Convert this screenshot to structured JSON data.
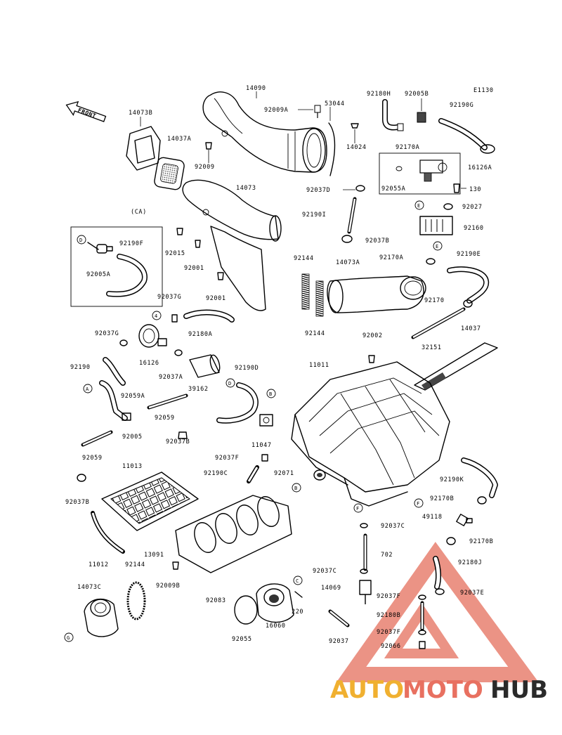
{
  "diagram_code": "E1130",
  "front_label": "FRONT",
  "group_label": "(CA)",
  "watermark": {
    "part1": "AUTO",
    "part2": "MOTO",
    "part3": "HUB",
    "color1": "#f0b030",
    "color2": "#e87060",
    "color3": "#2a2a2a"
  },
  "callouts": {
    "A": "A",
    "B": "B",
    "C": "C",
    "D": "D",
    "E": "E",
    "F": "F",
    "G": "G"
  },
  "parts": {
    "p14090": "14090",
    "p53044": "53044",
    "p92009a": "92009A",
    "p14024": "14024",
    "p92180h": "92180H",
    "p92005b": "92005B",
    "p92190g": "92190G",
    "p92170a_top": "92170A",
    "p16126a": "16126A",
    "p14073b": "14073B",
    "p14037a": "14037A",
    "p92009": "92009",
    "p92037d": "92037D",
    "p92055a": "92055A",
    "p130": "130",
    "p92027": "92027",
    "p14073": "14073",
    "p92190i": "92190I",
    "p92160": "92160",
    "p92037b_mid": "92037B",
    "p92015": "92015",
    "p92001_a": "92001",
    "p92190f": "92190F",
    "p92005a": "92005A",
    "p92144_top": "92144",
    "p14073a": "14073A",
    "p92170a_mid": "92170A",
    "p92190e": "92190E",
    "p92001_b": "92001",
    "p92037g_top": "92037G",
    "p92180a": "92180A",
    "p92170": "92170",
    "p14037": "14037",
    "p92144_mid": "92144",
    "p32151": "32151",
    "p92037g": "92037G",
    "p16126": "16126",
    "p92002": "92002",
    "p11011": "11011",
    "p92190": "92190",
    "p92037a": "92037A",
    "p39162": "39162",
    "p92190d": "92190D",
    "p92059a": "92059A",
    "p92059_a": "92059",
    "p92005": "92005",
    "p11047": "11047",
    "p92037b_b": "92037B",
    "p92059_b": "92059",
    "p92037f_a": "92037F",
    "p92190c": "92190C",
    "p92071": "92071",
    "p11013": "11013",
    "p92190k": "92190K",
    "p92037b_c": "92037B",
    "p92170b_a": "92170B",
    "p49118": "49118",
    "p92037c_a": "92037C",
    "p92170b_b": "92170B",
    "p13091": "13091",
    "p11012": "11012",
    "p702": "702",
    "p92180j": "92180J",
    "p92144_bot": "92144",
    "p92009b": "92009B",
    "p92037c_b": "92037C",
    "p14069": "14069",
    "p92037e": "92037E",
    "p14073c": "14073C",
    "p92083": "92083",
    "p220": "220",
    "p92037f_b": "92037F",
    "p92180b": "92180B",
    "p16060": "16060",
    "p92055": "92055",
    "p92037": "92037",
    "p92037f_c": "92037F",
    "p92066": "92066"
  }
}
